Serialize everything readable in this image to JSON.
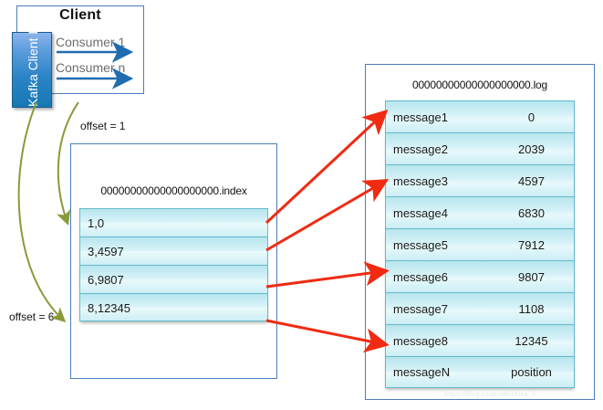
{
  "client": {
    "title": "Client",
    "lib_label": "Kafka Client Lib",
    "consumers": [
      {
        "label": "Consumer 1",
        "arrow": "blue-arrow-right"
      },
      {
        "label": "Consumer n",
        "arrow": "blue-arrow-right"
      }
    ]
  },
  "offsets": [
    {
      "label": "offset = 1"
    },
    {
      "label": "offset = 6"
    }
  ],
  "index_file": {
    "filename": "00000000000000000000.index",
    "rows": [
      {
        "entry": "1,0"
      },
      {
        "entry": "3,4597"
      },
      {
        "entry": "6,9807"
      },
      {
        "entry": "8,12345"
      }
    ]
  },
  "log_file": {
    "filename": "00000000000000000000.log",
    "rows": [
      {
        "message": "message1",
        "position": "0"
      },
      {
        "message": "message2",
        "position": "2039"
      },
      {
        "message": "message3",
        "position": "4597"
      },
      {
        "message": "message4",
        "position": "6830"
      },
      {
        "message": "message5",
        "position": "7912"
      },
      {
        "message": "message6",
        "position": "9807"
      },
      {
        "message": "message7",
        "position": "1108"
      },
      {
        "message": "message8",
        "position": "12345"
      },
      {
        "message": "messageN",
        "position": "position"
      }
    ]
  },
  "colors": {
    "panel_border": "#4a7ebb",
    "cell_fill": "#cdeff5",
    "cell_border": "#63b9c9",
    "red_arrow": "#f02b12",
    "green_arrow": "#8a9a3b",
    "blue_arrow": "#1f6cb0",
    "lib_blue": "#1778b4"
  },
  "watermark": {
    "text": "https://blog.csdn.net/china_li"
  }
}
